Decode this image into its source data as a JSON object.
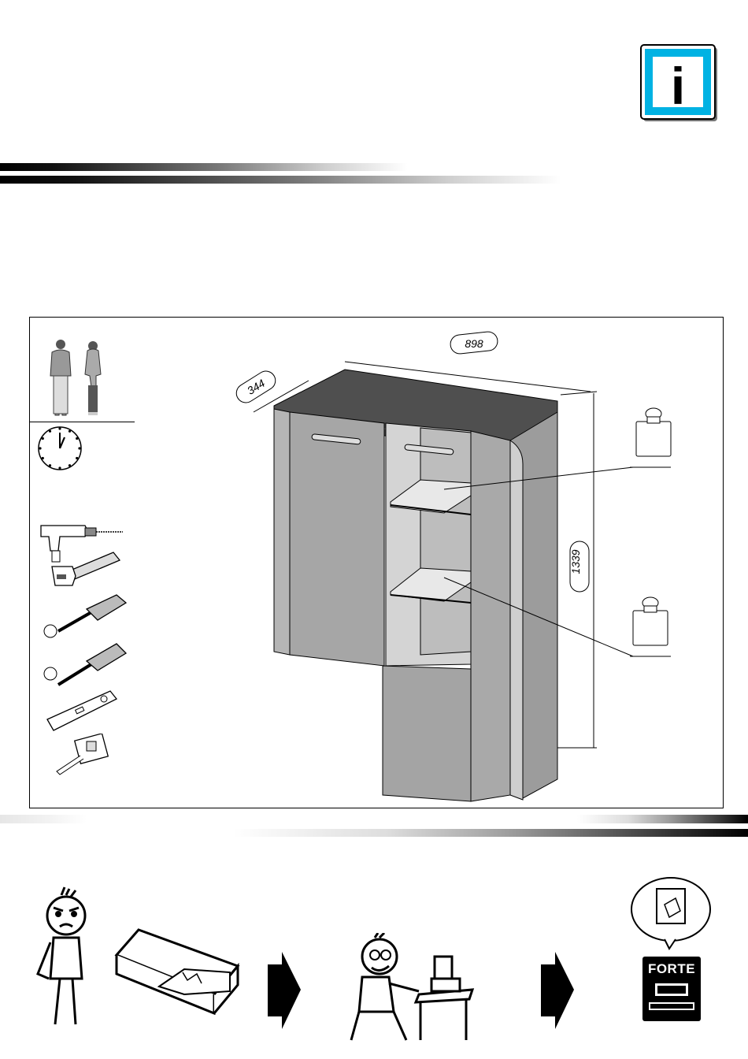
{
  "info_badge": {
    "icon": "info-icon",
    "glyph": "i",
    "frame_color": "#00b2e3"
  },
  "dimensions": {
    "width": "898",
    "depth": "344",
    "height": "1339"
  },
  "tools": [
    "drill-icon",
    "hammer-icon",
    "screwdriver-flat-icon",
    "screwdriver-phillips-icon",
    "spirit-level-icon",
    "tape-measure-icon"
  ],
  "notice": {
    "brand": "FORTE"
  }
}
